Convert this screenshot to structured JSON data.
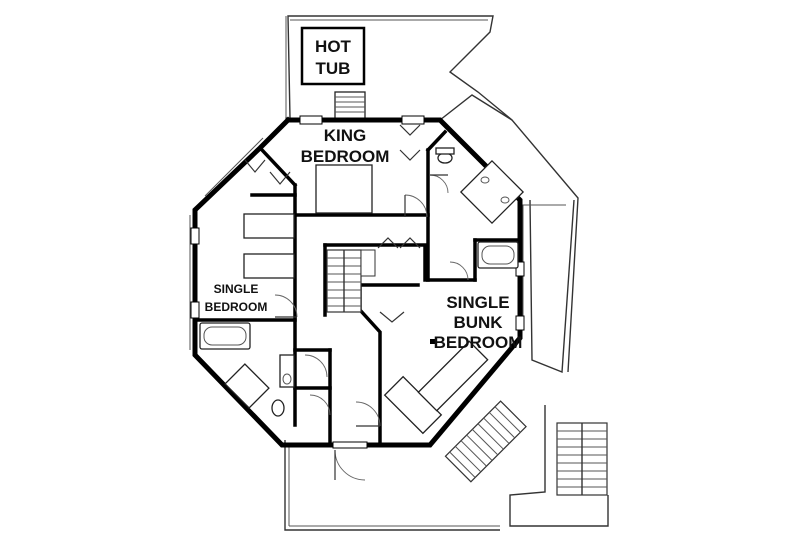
{
  "plan": {
    "rooms": {
      "hot_tub": {
        "line1": "HOT",
        "line2": "TUB"
      },
      "king_bedroom": {
        "line1": "KING",
        "line2": "BEDROOM"
      },
      "single_bedroom": {
        "line1": "SINGLE",
        "line2": "BEDROOM"
      },
      "single_bunk_bedroom": {
        "line1": "SINGLE",
        "line2": "BUNK",
        "line3": "BEDROOM"
      }
    },
    "colors": {
      "wall": "#000000",
      "background": "#ffffff",
      "fixture_line": "#333333"
    }
  }
}
